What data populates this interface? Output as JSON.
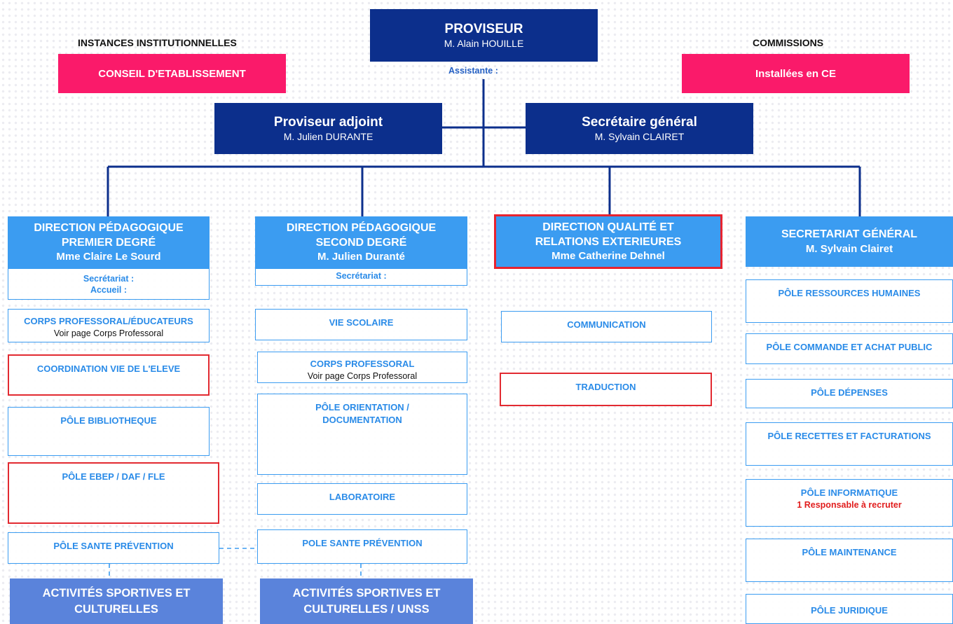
{
  "top": {
    "proviseur": {
      "title": "PROVISEUR",
      "name": "M. Alain HOUILLE",
      "assistant": "Assistante :"
    },
    "left_label": "INSTANCES INSTITUTIONNELLES",
    "right_label": "COMMISSIONS",
    "conseil": "CONSEIL D'ETABLISSEMENT",
    "installees": "Installées en CE"
  },
  "second_row": {
    "adjoint": {
      "title": "Proviseur adjoint",
      "name": "M. Julien DURANTE"
    },
    "secretaire": {
      "title": "Secrétaire général",
      "name": "M. Sylvain CLAIRET"
    }
  },
  "columns": {
    "premier": {
      "header": [
        "DIRECTION PÉDAGOGIQUE",
        "PREMIER DEGRÉ",
        "Mme Claire Le Sourd"
      ],
      "secretariat": "Secrétariat :",
      "accueil": "Accueil :",
      "corps": {
        "title": "CORPS PROFESSORAL/ÉDUCATEURS",
        "note": "Voir page Corps Professoral"
      },
      "coordination": "COORDINATION VIE DE L'ELEVE",
      "bibliotheque": "PÔLE BIBLIOTHEQUE",
      "ebep": "PÔLE EBEP / DAF / FLE",
      "sante": "PÔLE SANTE PRÉVENTION",
      "activites": [
        "ACTIVITÉS SPORTIVES ET",
        "CULTURELLES"
      ]
    },
    "second": {
      "header": [
        "DIRECTION PÉDAGOGIQUE",
        "SECOND DEGRÉ",
        "M. Julien Duranté"
      ],
      "secretariat": "Secrétariat :",
      "vie_scolaire": "VIE SCOLAIRE",
      "corps": {
        "title": "CORPS PROFESSORAL",
        "note": "Voir page Corps Professoral"
      },
      "orientation": [
        "PÔLE ORIENTATION /",
        "DOCUMENTATION"
      ],
      "laboratoire": "LABORATOIRE",
      "sante": "POLE SANTE PRÉVENTION",
      "activites": [
        "ACTIVITÉS SPORTIVES ET",
        "CULTURELLES / UNSS"
      ]
    },
    "qualite": {
      "header": [
        "DIRECTION QUALITÉ ET",
        "RELATIONS EXTERIEURES",
        "Mme Catherine Dehnel"
      ],
      "communication": "COMMUNICATION",
      "traduction": "TRADUCTION"
    },
    "secretariat": {
      "header": [
        "SECRETARIAT GÉNÉRAL",
        "M. Sylvain Clairet"
      ],
      "rh": "PÔLE RESSOURCES HUMAINES",
      "commande": "PÔLE COMMANDE ET ACHAT PUBLIC",
      "depenses": "PÔLE DÉPENSES",
      "recettes": "PÔLE RECETTES ET FACTURATIONS",
      "informatique": {
        "title": "PÔLE INFORMATIQUE",
        "note": "1 Responsable à recruter"
      },
      "maintenance": "PÔLE MAINTENANCE",
      "juridique": "PÔLE JURIDIQUE"
    }
  },
  "colors": {
    "navy": "#0c2f8c",
    "pink": "#fa1a6a",
    "sky": "#3b9cf1",
    "royal": "#5a83db",
    "red": "#e22a31"
  }
}
